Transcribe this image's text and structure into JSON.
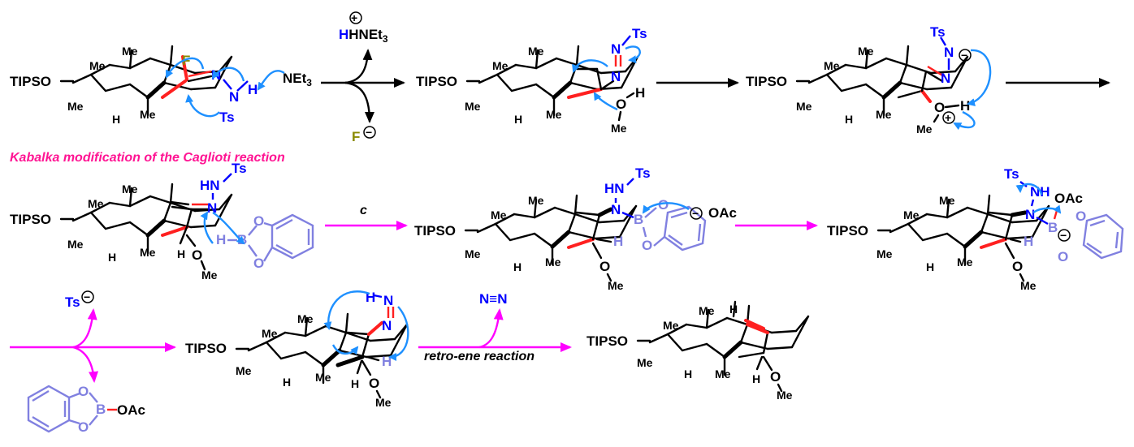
{
  "title": "Kabalka modification of the Caglioti reaction",
  "condition_c": "c",
  "retro_ene_label": "retro-ene reaction",
  "labels": {
    "tipso": "TIPSO",
    "me": "Me",
    "h": "H",
    "f": "F",
    "n": "N",
    "ts": "Ts",
    "net3": "NEt",
    "sub3": "3",
    "hnet3": "HNEt",
    "o": "O",
    "b": "B",
    "oac": "OAc",
    "ts_anion": "Ts",
    "n2": "N≡N",
    "minus": "−",
    "plus": "+"
  },
  "colors": {
    "nitrogen": "#0000ff",
    "arrow_mechanism": "#1e90ff",
    "reaction_arrow_pink": "#ff00ff",
    "highlight_bond": "#ff2020",
    "boron_reagent": "#8080e0",
    "fluorine": "#8a8a00",
    "title": "#ff1493"
  }
}
